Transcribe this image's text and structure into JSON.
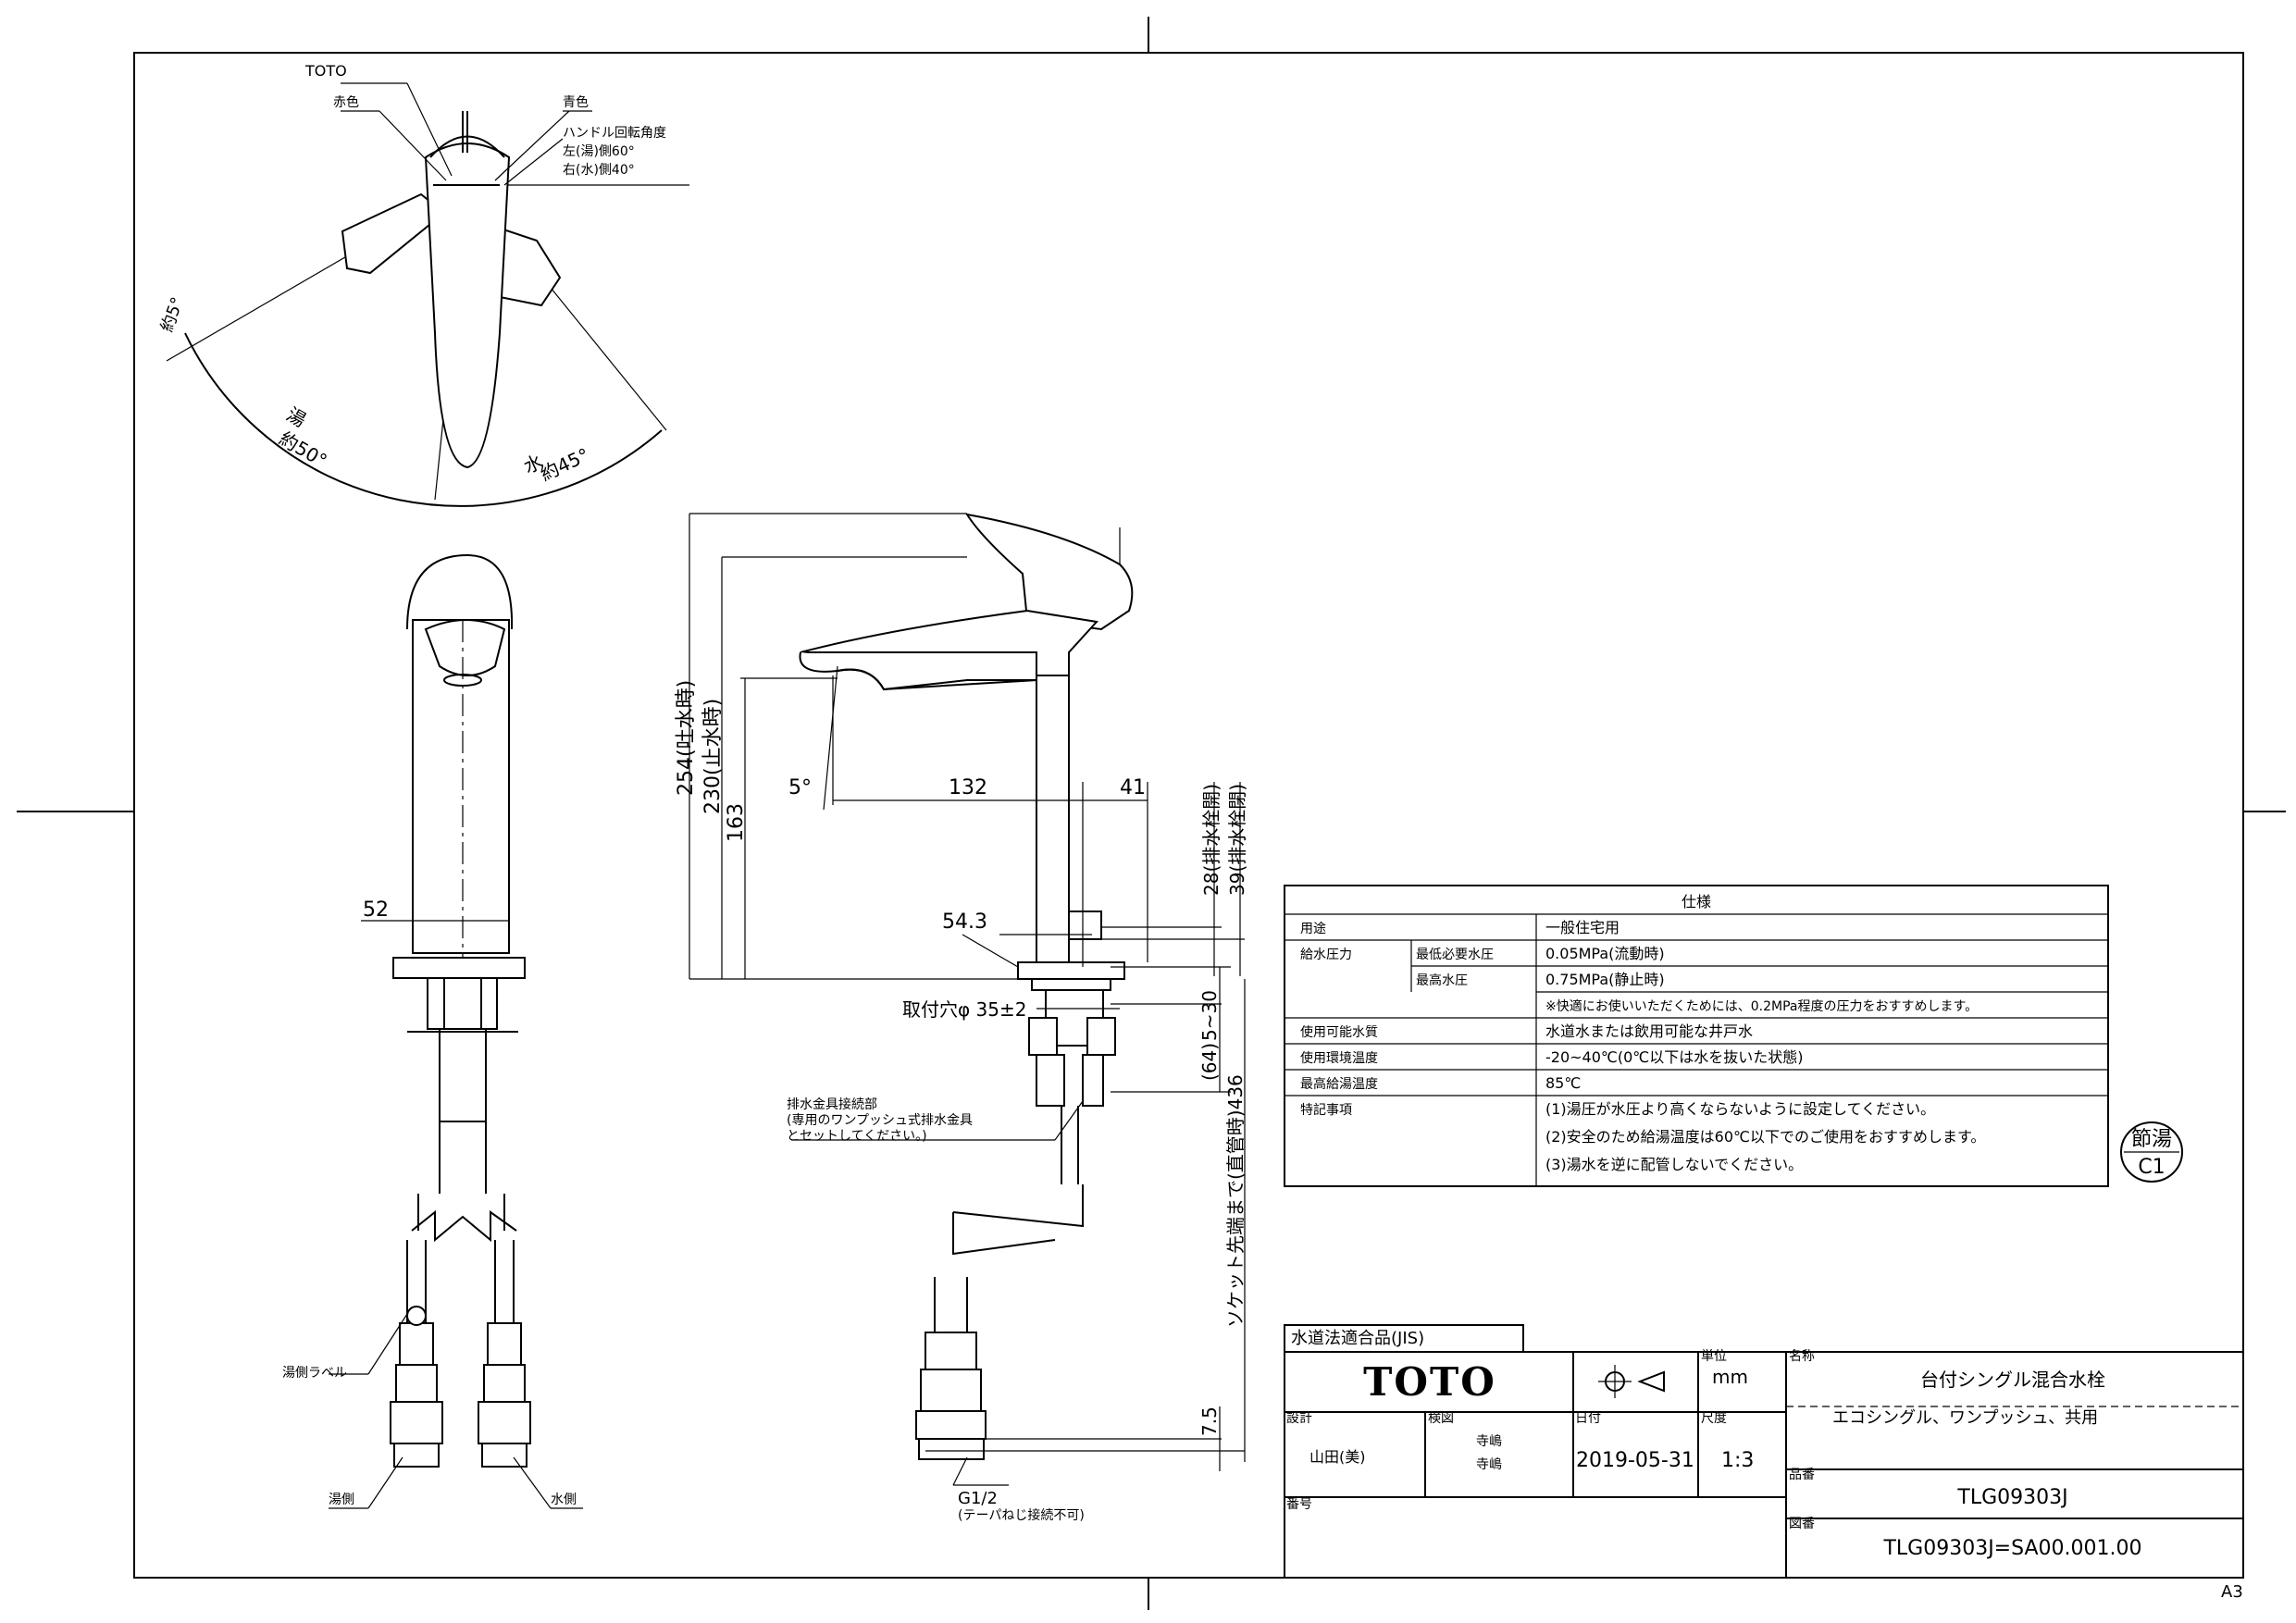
{
  "top_view": {
    "brand": "TOTO",
    "red_mark": "赤色",
    "blue_mark": "青色",
    "handle_angle": [
      "ハンドル回転角度",
      "左(湯)側60°",
      "右(水)側40°"
    ],
    "stop_angle": "約5°",
    "hot_label": "湯",
    "hot_angle": "約50°",
    "cold_label": "水",
    "cold_angle": "約45°"
  },
  "front_view": {
    "width_dim": "52",
    "hot_label_tag": "湯側ラベル",
    "hot_side": "湯側",
    "cold_side": "水側"
  },
  "side_view": {
    "dim_254": "254(吐水時)",
    "dim_230": "230(止水時)",
    "dim_163": "163",
    "dim_132": "132",
    "dim_41": "41",
    "angle_5": "5°",
    "dim_28": "28(排水栓開)",
    "dim_39": "39(排水栓閉)",
    "dim_543": "54.3",
    "hole": "取付穴φ 35±2",
    "dim_530": "5~30",
    "dim_64": "(64)",
    "dim_436": "ソケット先端まで(直管時)436",
    "dim_75": "7.5",
    "drain_note": [
      "排水金具接続部",
      "(専用のワンプッシュ式排水金具",
      "とセットしてください。)"
    ],
    "thread": "G1/2",
    "thread_note": "(テーパねじ接続不可)"
  },
  "spec": {
    "title": "仕様",
    "rows": [
      {
        "label": "用途",
        "sub": "",
        "value": "一般住宅用"
      },
      {
        "label": "給水圧力",
        "sub": "最低必要水圧",
        "value": "0.05MPa(流動時)"
      },
      {
        "label": "",
        "sub": "最高水圧",
        "value": "0.75MPa(静止時)"
      },
      {
        "label": "",
        "sub": "",
        "value": "※快適にお使いいただくためには、0.2MPa程度の圧力をおすすめします。"
      },
      {
        "label": "使用可能水質",
        "sub": "",
        "value": "水道水または飲用可能な井戸水"
      },
      {
        "label": "使用環境温度",
        "sub": "",
        "value": "-20~40℃(0℃以下は水を抜いた状態)"
      },
      {
        "label": "最高給湯温度",
        "sub": "",
        "value": "85℃"
      },
      {
        "label": "特記事項",
        "sub": "",
        "value": "(1)湯圧が水圧より高くならないように設定してください。"
      },
      {
        "label": "",
        "sub": "",
        "value": "(2)安全のため給湯温度は60℃以下でのご使用をおすすめします。"
      },
      {
        "label": "",
        "sub": "",
        "value": "(3)湯水を逆に配管しないでください。"
      }
    ]
  },
  "badge": {
    "top": "節湯",
    "bottom": "C1"
  },
  "title_block": {
    "jis": "水道法適合品(JIS)",
    "logo": "TOTO",
    "unit_label": "単位",
    "unit": "mm",
    "name_label": "名称",
    "name": "台付シングル混合水栓",
    "subname": "エコシングル、ワンプッシュ、共用",
    "design_label": "設計",
    "designer": "山田(美)",
    "check_label": "検図",
    "checker1": "寺嶋",
    "checker2": "寺嶋",
    "date_label": "日付",
    "date": "2019-05-31",
    "scale_label": "尺度",
    "scale": "1:3",
    "model_label": "品番",
    "model": "TLG09303J",
    "drawing_no_label": "図番",
    "drawing_no": "TLG09303J=SA00.001.00",
    "number_label": "番号"
  },
  "sheet_size": "A3"
}
